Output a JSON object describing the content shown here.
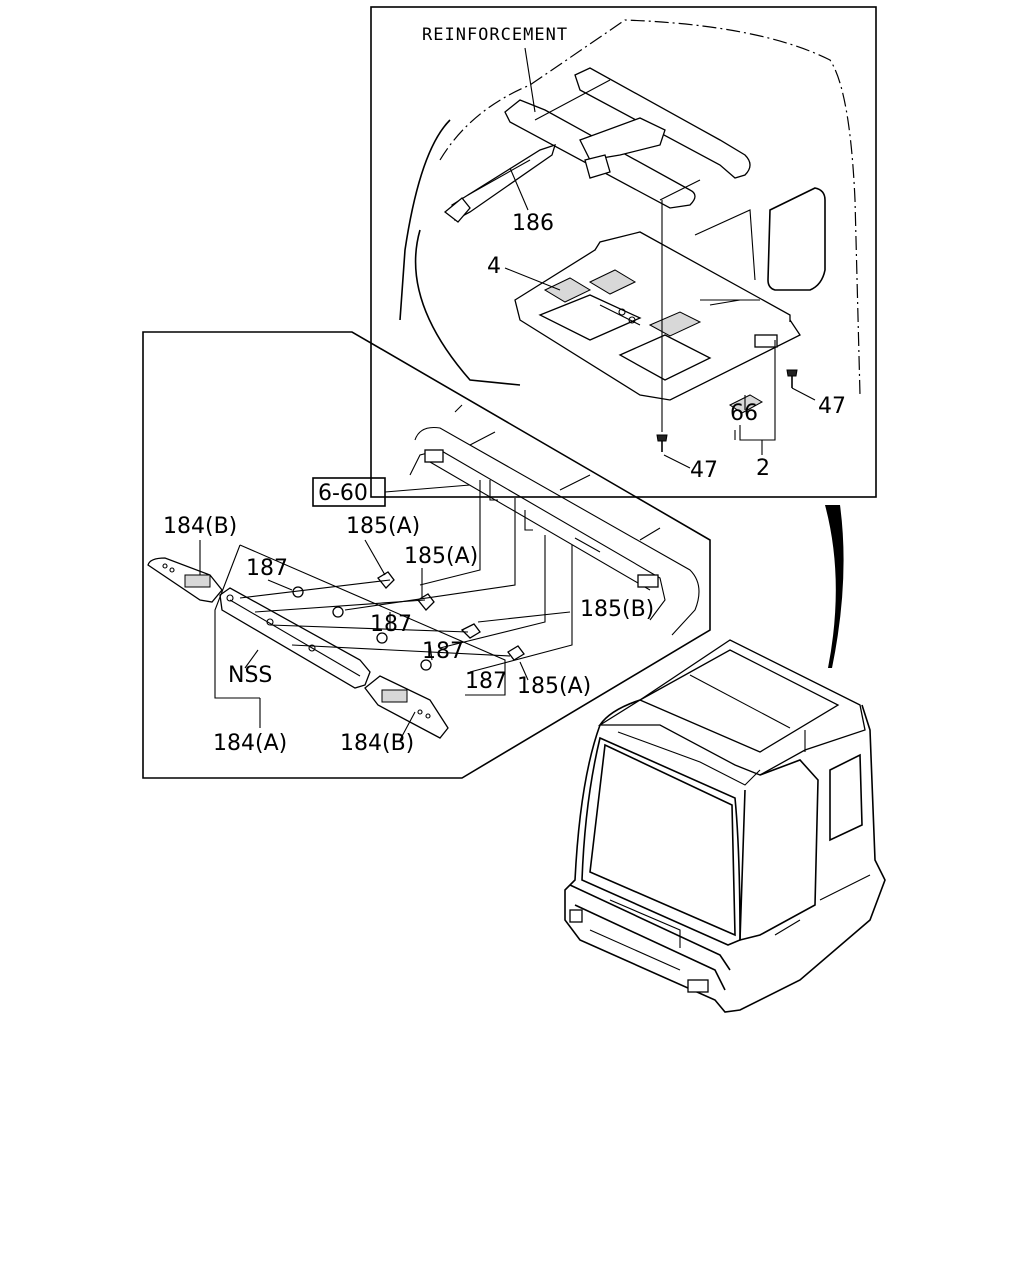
{
  "labels": {
    "reinforcement": "REINFORCEMENT",
    "p186": "186",
    "p4": "4",
    "p66": "66",
    "p47a": "47",
    "p47b": "47",
    "p2": "2",
    "p6_60": "6-60",
    "p184b_top": "184(B)",
    "p185a_1": "185(A)",
    "p185a_2": "185(A)",
    "p187_1": "187",
    "p187_2": "187",
    "p187_3": "187",
    "p187_4": "187",
    "p185b": "185(B)",
    "p185a_3": "185(A)",
    "nss": "NSS",
    "p184a": "184(A)",
    "p184b_bottom": "184(B)"
  }
}
